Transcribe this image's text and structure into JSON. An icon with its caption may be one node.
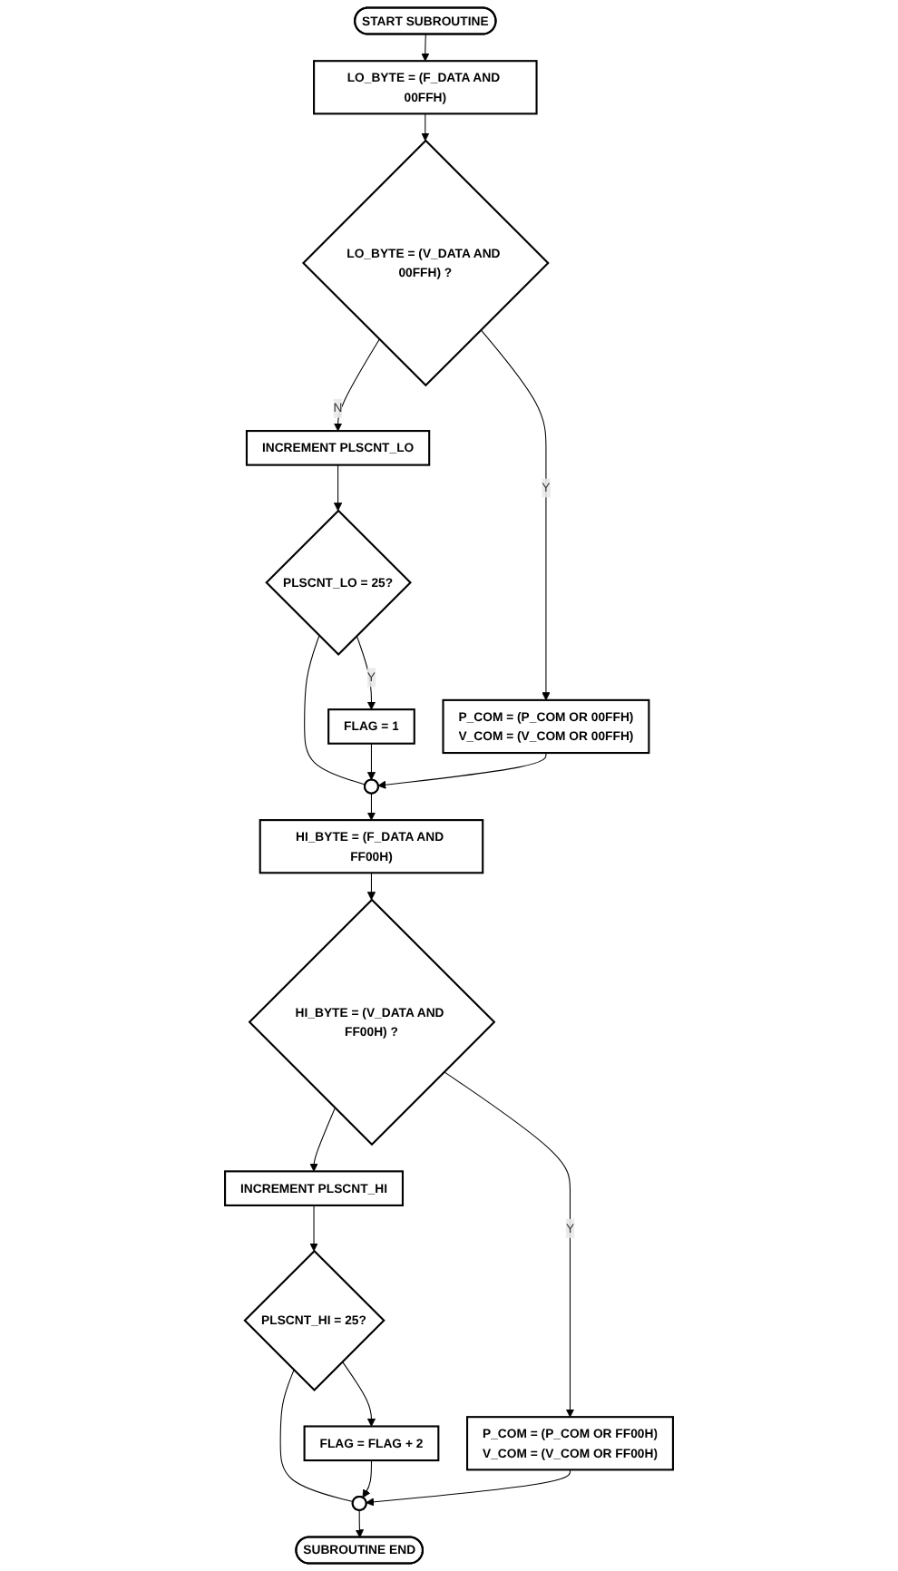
{
  "diagram": {
    "nodes": [
      {
        "text": [
          "START SUBROUTINE"
        ]
      },
      {
        "text": [
          "LO_BYTE = (F_DATA AND 00FFH)"
        ]
      },
      {
        "text": [
          "LO_BYTE = (V_DATA AND 00FFH) ?"
        ]
      },
      {
        "text": [
          "P_COM = (P_COM OR 00FFH)",
          "V_COM = (V_COM OR 00FFH)"
        ]
      },
      {
        "text": [
          "INCREMENT PLSCNT_LO"
        ]
      },
      {
        "text": [
          "PLSCNT_LO = 25?"
        ]
      },
      {
        "text": [
          "FLAG = 1"
        ]
      },
      {
        "text": [],
        "shape": "circle"
      },
      {
        "text": [
          "HI_BYTE = (F_DATA AND FF00H)"
        ]
      },
      {
        "text": [
          "HI_BYTE = (V_DATA AND FF00H) ?"
        ]
      },
      {
        "text": [
          "P_COM = (P_COM OR FF00H)",
          "V_COM = (V_COM OR FF00H)"
        ]
      },
      {
        "text": [
          "INCREMENT PLSCNT_HI"
        ]
      },
      {
        "text": [
          "PLSCNT_HI = 25?"
        ]
      },
      {
        "text": [
          "FLAG = FLAG + 2"
        ]
      },
      {
        "text": [],
        "shape": "circle"
      },
      {
        "text": [
          "SUBROUTINE END"
        ]
      }
    ],
    "edges": [
      {
        "from": 0,
        "to": 1,
        "arrow": "to"
      },
      {
        "from": 1,
        "to": 2,
        "arrow": "to"
      },
      {
        "from": 2,
        "to": 3,
        "arrow": "to",
        "label": "Y"
      },
      {
        "from": 2,
        "to": 4,
        "arrow": "to",
        "label": "N"
      },
      {
        "from": 4,
        "to": 5,
        "arrow": "to"
      },
      {
        "from": 5,
        "to": 6,
        "arrow": "to",
        "label": "Y"
      },
      {
        "from": 5,
        "to": 7,
        "arrow": "none"
      },
      {
        "from": 6,
        "to": 7,
        "arrow": "to"
      },
      {
        "from": 3,
        "to": 7,
        "arrow": "to"
      },
      {
        "from": 7,
        "to": 8,
        "arrow": "to"
      },
      {
        "from": 8,
        "to": 9,
        "arrow": "to"
      },
      {
        "from": 9,
        "to": 10,
        "arrow": "to",
        "label": "Y"
      },
      {
        "from": 9,
        "to": 11,
        "arrow": "to"
      },
      {
        "from": 11,
        "to": 12,
        "arrow": "to"
      },
      {
        "from": 12,
        "to": 13,
        "arrow": "to"
      },
      {
        "from": 12,
        "to": 14,
        "arrow": "none"
      },
      {
        "from": 13,
        "to": 14,
        "arrow": "to"
      },
      {
        "from": 10,
        "to": 14,
        "arrow": "to"
      },
      {
        "from": 14,
        "to": 15,
        "arrow": "to"
      }
    ]
  }
}
